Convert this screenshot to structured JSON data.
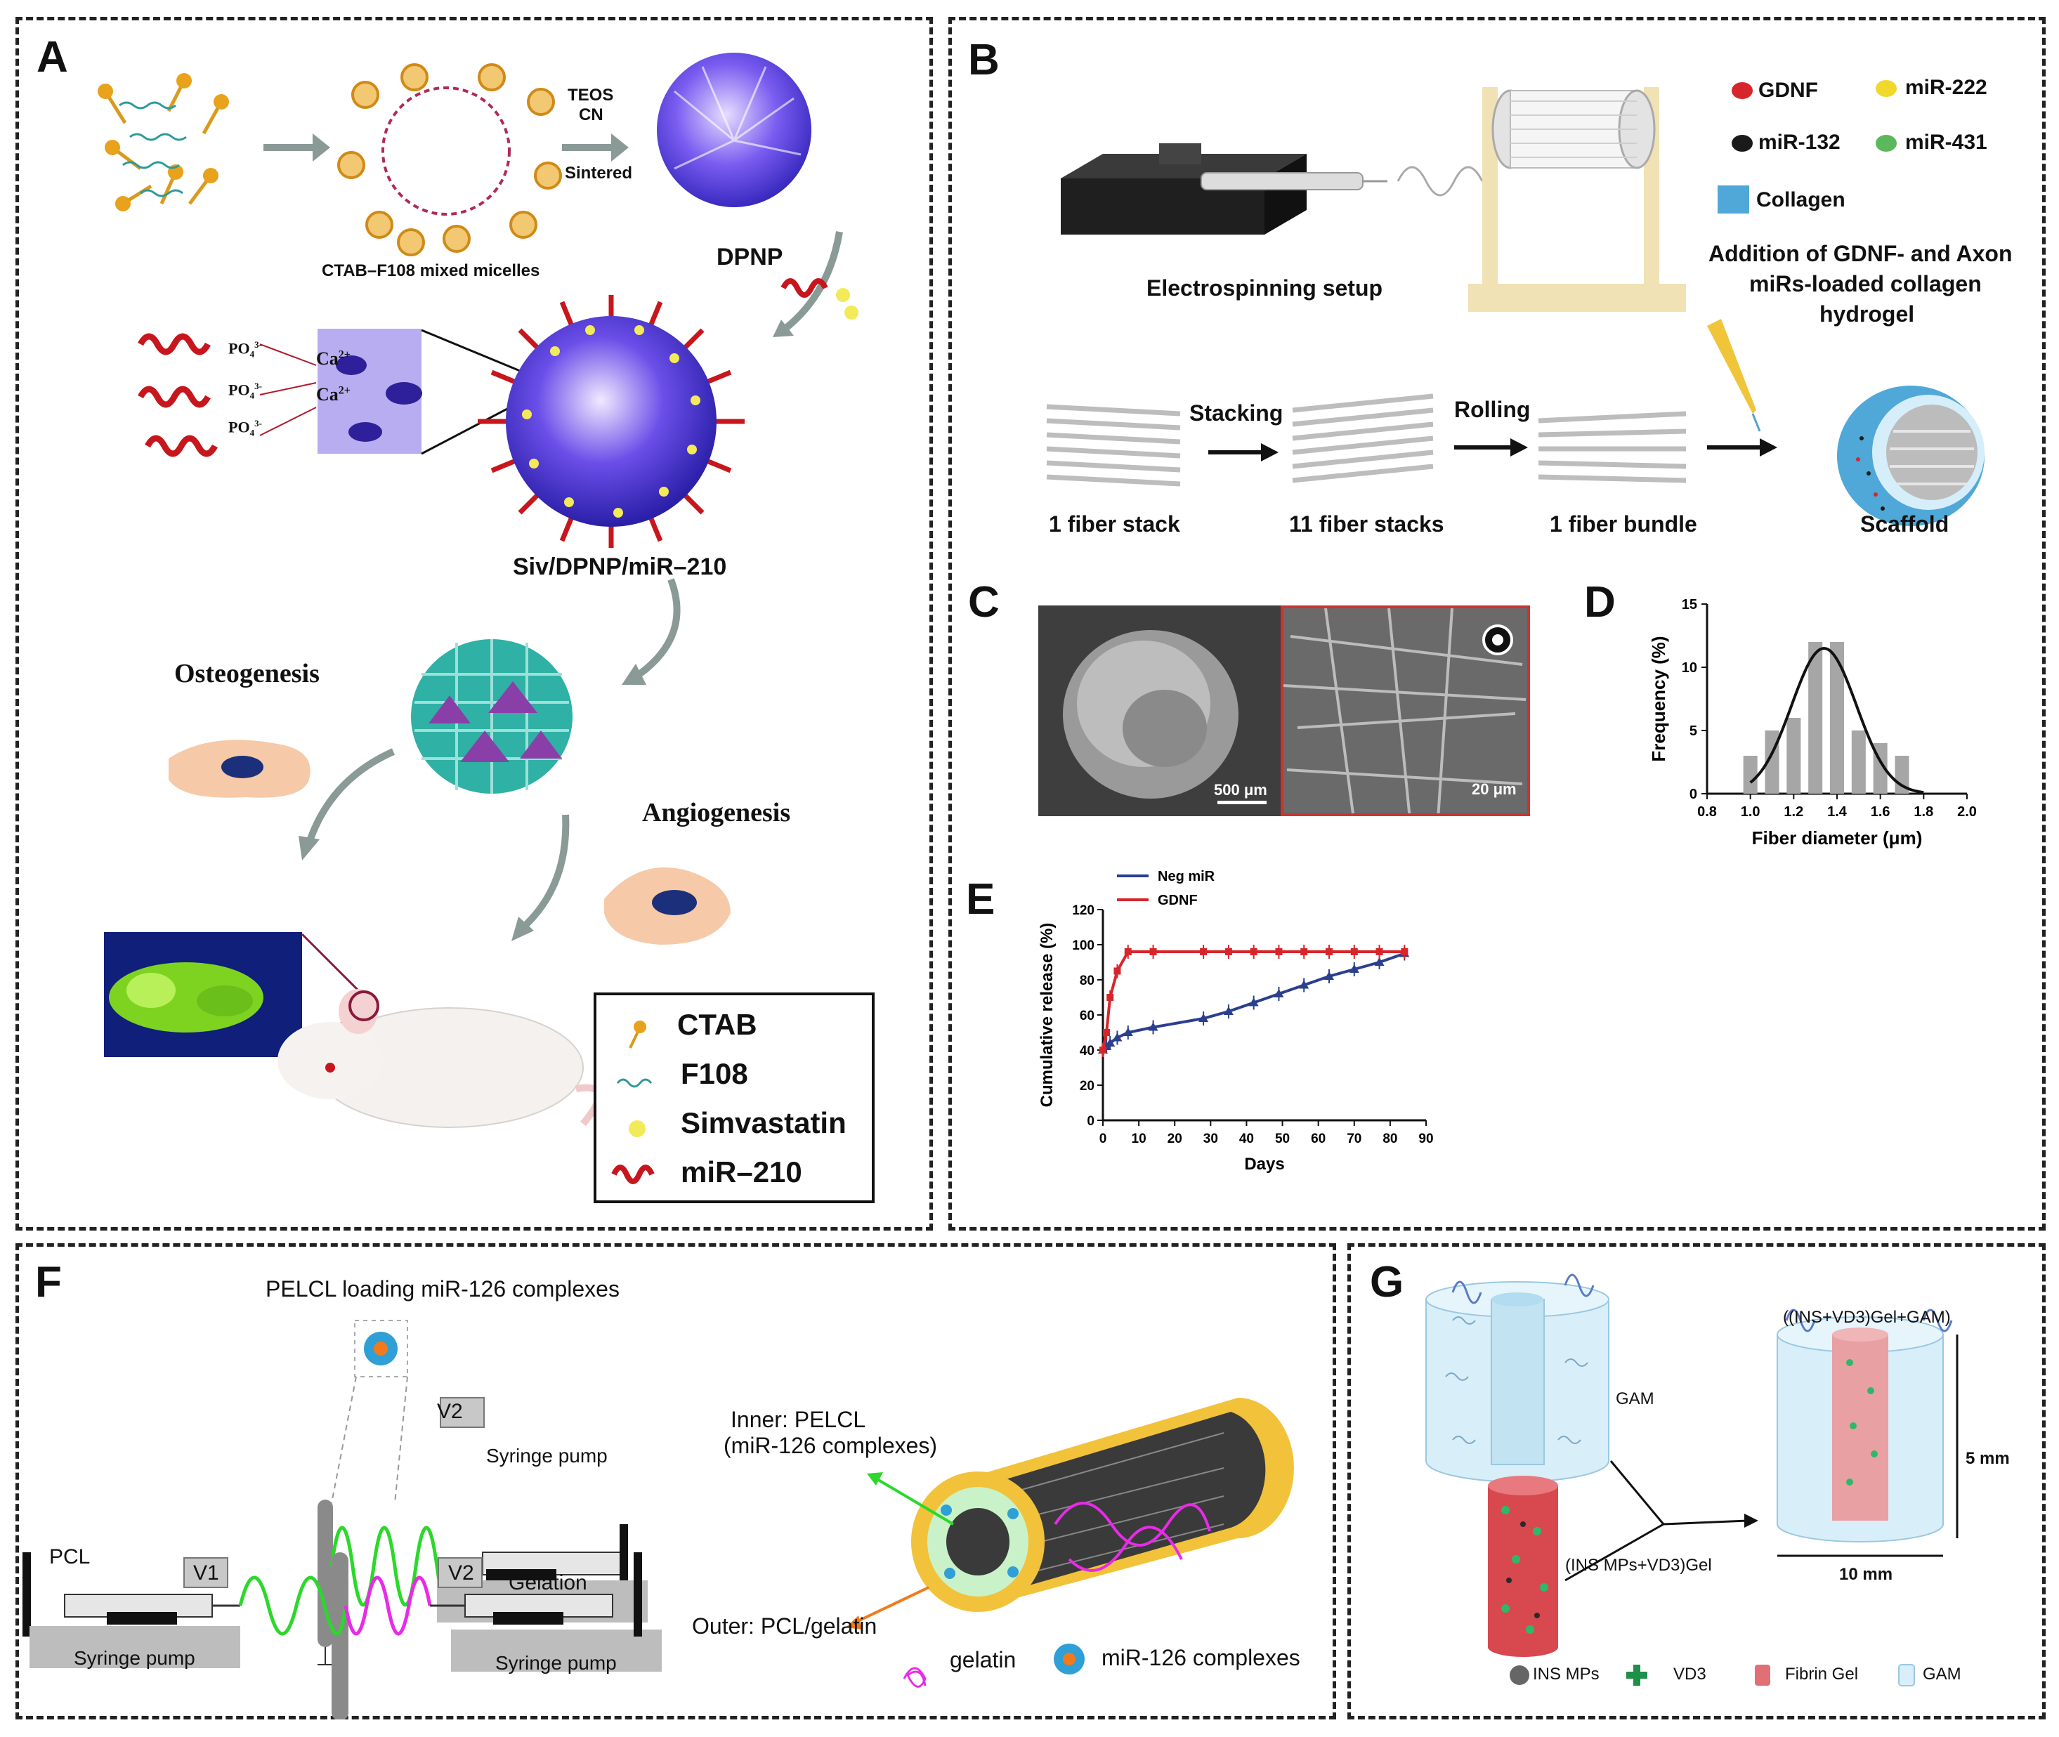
{
  "panels": {
    "A": "A",
    "B": "B",
    "C": "C",
    "D": "D",
    "E": "E",
    "F": "F",
    "G": "G"
  },
  "panel_a": {
    "teos": "TEOS",
    "cn": "CN",
    "sintered": "Sintered",
    "micelles": "CTAB–F108 mixed micelles",
    "dpnp": "DPNP",
    "po4": "PO",
    "po4_sup": "3-",
    "ca": "Ca",
    "ca_sup": "2+",
    "siv": "Siv/DPNP/miR–210",
    "osteogenesis": "Osteogenesis",
    "angiogenesis": "Angiogenesis",
    "legend": [
      "CTAB",
      "F108",
      "Simvastatin",
      "miR–210"
    ]
  },
  "panel_b": {
    "legend": [
      "GDNF",
      "miR-222",
      "miR-132",
      "miR-431",
      "Collagen"
    ],
    "legend_colors": [
      "#d7262b",
      "#f0d82c",
      "#1a1a1a",
      "#5cb85c",
      "#4fa8d8"
    ],
    "setup": "Electrospinning setup",
    "addition": [
      "Addition of GDNF- and Axon",
      "miRs-loaded collagen",
      "hydrogel"
    ],
    "stacking": "Stacking",
    "rolling": "Rolling",
    "labels": [
      "1 fiber stack",
      "11 fiber stacks",
      "1 fiber bundle",
      "Scaffold"
    ]
  },
  "panel_c": {
    "scale1": "500 μm",
    "scale2": "20 μm"
  },
  "panel_d": {
    "ylabel": "Frequency (%)",
    "xlabel": "Fiber diameter (μm)"
  },
  "panel_e": {
    "ylabel": "Cumulative release (%)",
    "xlabel": "Days",
    "legend": [
      "Neg miR",
      "GDNF"
    ]
  },
  "chart_data": [
    {
      "type": "bar",
      "xlabel": "Fiber diameter (μm)",
      "ylabel": "Frequency (%)",
      "xlim": [
        0.8,
        2.0
      ],
      "ylim": [
        0,
        15
      ],
      "xticks": [
        "0.8",
        "1.0",
        "1.2",
        "1.4",
        "1.6",
        "1.8",
        "2.0"
      ],
      "yticks": [
        "0",
        "5",
        "10",
        "15"
      ],
      "categories": [
        1.0,
        1.1,
        1.2,
        1.3,
        1.4,
        1.5,
        1.6,
        1.7
      ],
      "values": [
        3,
        5,
        6,
        12,
        12,
        5,
        4,
        3
      ],
      "curve": "normal fit"
    },
    {
      "type": "line",
      "xlabel": "Days",
      "ylabel": "Cumulative release (%)",
      "xlim": [
        0,
        90
      ],
      "ylim": [
        0,
        120
      ],
      "xticks": [
        "0",
        "10",
        "20",
        "30",
        "40",
        "50",
        "60",
        "70",
        "80",
        "90"
      ],
      "yticks": [
        "0",
        "20",
        "40",
        "60",
        "80",
        "100",
        "120"
      ],
      "series": [
        {
          "name": "Neg miR",
          "color": "#2b3f8f",
          "x": [
            0,
            1,
            2,
            4,
            7,
            14,
            28,
            35,
            42,
            49,
            56,
            63,
            70,
            77,
            84
          ],
          "y": [
            40,
            42,
            44,
            47,
            50,
            53,
            58,
            62,
            67,
            72,
            77,
            82,
            86,
            90,
            95
          ]
        },
        {
          "name": "GDNF",
          "color": "#d7262b",
          "x": [
            0,
            1,
            2,
            4,
            7,
            14,
            28,
            35,
            42,
            49,
            56,
            63,
            70,
            77,
            84
          ],
          "y": [
            40,
            50,
            70,
            85,
            96,
            96,
            96,
            96,
            96,
            96,
            96,
            96,
            96,
            96,
            96
          ]
        }
      ]
    }
  ],
  "panel_f": {
    "pelcl_title": "PELCL loading miR-126 complexes",
    "v2": "V2",
    "v1": "V1",
    "syringe": "Syringe pump",
    "pcl": "PCL",
    "gelation": "Gelation",
    "inner": [
      "Inner: PELCL",
      "(miR-126 complexes)"
    ],
    "outer": "Outer: PCL/gelatin",
    "legend": [
      "gelatin",
      "miR-126 complexes"
    ]
  },
  "panel_g": {
    "gam": "GAM",
    "composite": "((INS+VD3)Gel+GAM)",
    "gel": "(INS MPs+VD3)Gel",
    "height": "5 mm",
    "width": "10 mm",
    "legend": [
      "INS MPs",
      "VD3",
      "Fibrin Gel",
      "GAM"
    ]
  }
}
